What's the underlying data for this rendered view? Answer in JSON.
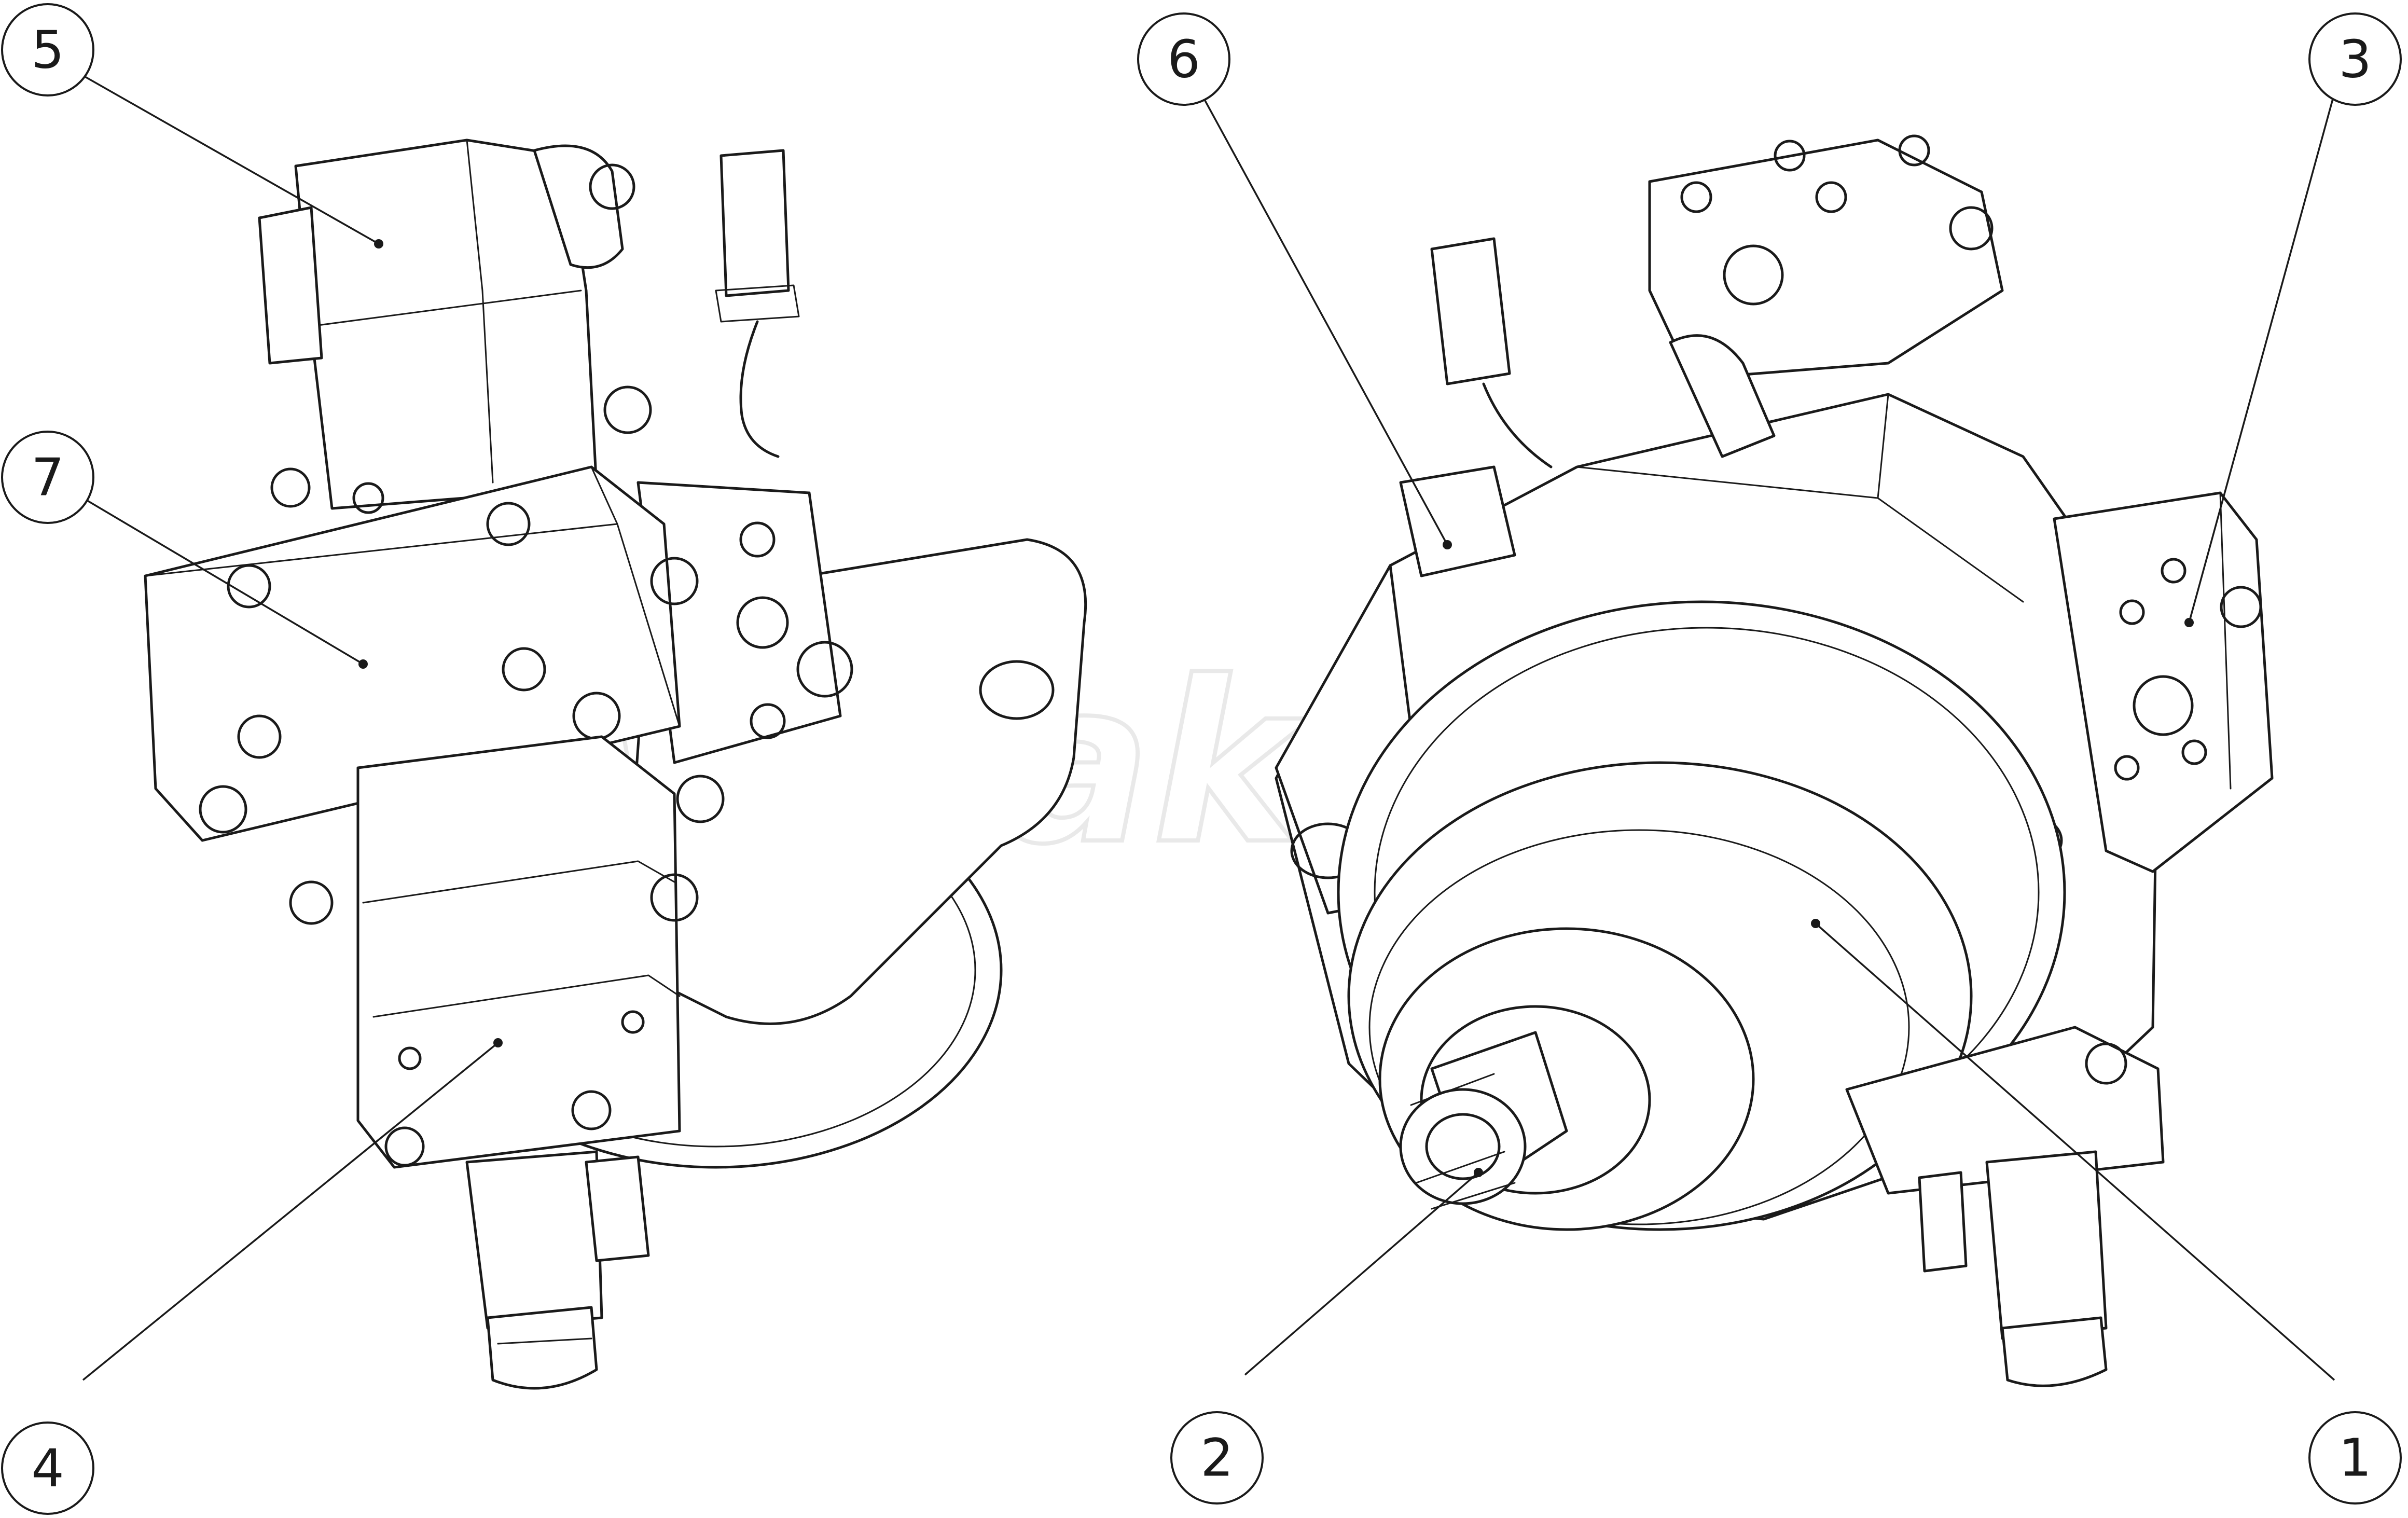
{
  "figure": {
    "watermark": "Vibakex",
    "callouts": [
      {
        "id": "5",
        "text": "5"
      },
      {
        "id": "7",
        "text": "7"
      },
      {
        "id": "4",
        "text": "4"
      },
      {
        "id": "6",
        "text": "6"
      },
      {
        "id": "3",
        "text": "3"
      },
      {
        "id": "2",
        "text": "2"
      },
      {
        "id": "1",
        "text": "1"
      }
    ]
  }
}
